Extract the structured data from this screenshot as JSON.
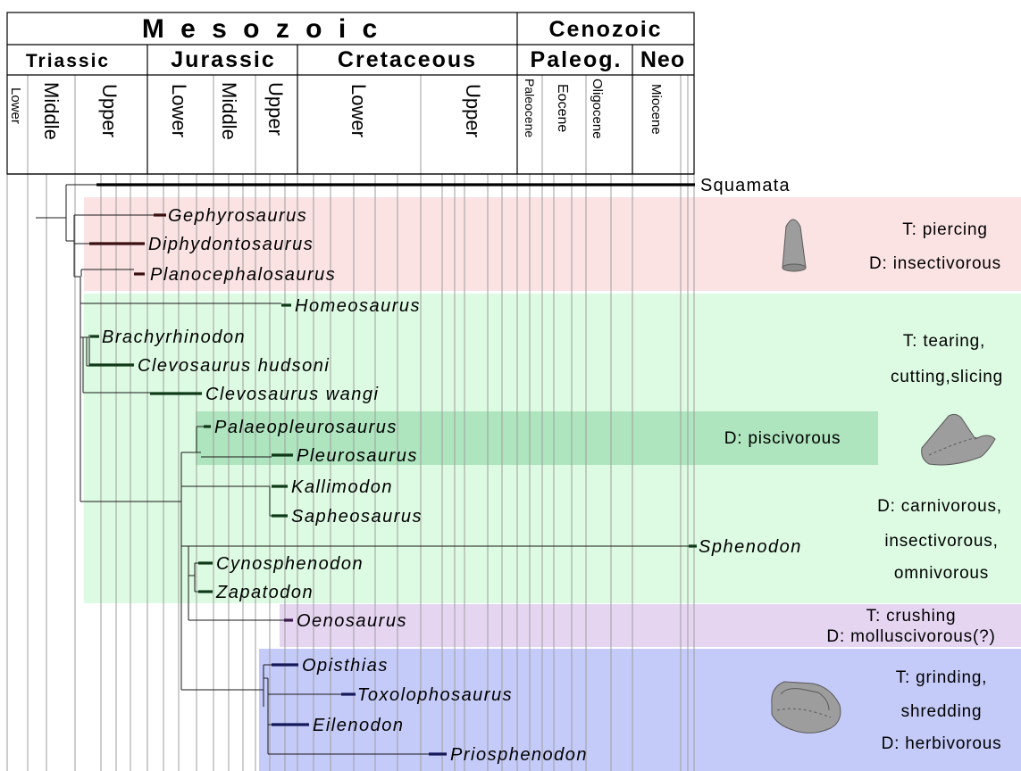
{
  "header": {
    "eras": [
      {
        "id": "mesozoic",
        "label": "M e s o z o i c"
      },
      {
        "id": "cenozoic",
        "label": "Cenozoic"
      }
    ],
    "periods": [
      {
        "id": "triassic",
        "label": "Triassic"
      },
      {
        "id": "jurassic",
        "label": "Jurassic"
      },
      {
        "id": "cretaceous",
        "label": "Cretaceous"
      },
      {
        "id": "paleogene",
        "label": "Paleog."
      },
      {
        "id": "neogene",
        "label": "Neo"
      }
    ],
    "epochs": [
      {
        "id": "tri-lower",
        "label": "Lower"
      },
      {
        "id": "tri-middle",
        "label": "Middle"
      },
      {
        "id": "tri-upper",
        "label": "Upper"
      },
      {
        "id": "jur-lower",
        "label": "Lower"
      },
      {
        "id": "jur-middle",
        "label": "Middle"
      },
      {
        "id": "jur-upper",
        "label": "Upper"
      },
      {
        "id": "cre-lower",
        "label": "Lower"
      },
      {
        "id": "cre-upper",
        "label": "Upper"
      },
      {
        "id": "paleocene",
        "label": "Paleocene"
      },
      {
        "id": "eocene",
        "label": "Eocene"
      },
      {
        "id": "oligocene",
        "label": "Oligocene"
      },
      {
        "id": "miocene",
        "label": "Miocene"
      }
    ]
  },
  "outgroup": {
    "label": "Squamata"
  },
  "taxa": [
    {
      "id": "gephyrosaurus",
      "label": "Gephyrosaurus"
    },
    {
      "id": "diphydontosaurus",
      "label": "Diphydontosaurus"
    },
    {
      "id": "planocephalosaurus",
      "label": "Planocephalosaurus"
    },
    {
      "id": "homeosaurus",
      "label": "Homeosaurus"
    },
    {
      "id": "brachyrhinodon",
      "label": "Brachyrhinodon"
    },
    {
      "id": "clevosaurus-hudsoni",
      "label": "Clevosaurus hudsoni"
    },
    {
      "id": "clevosaurus-wangi",
      "label": "Clevosaurus wangi"
    },
    {
      "id": "palaeopleurosaurus",
      "label": "Palaeopleurosaurus"
    },
    {
      "id": "pleurosaurus",
      "label": "Pleurosaurus"
    },
    {
      "id": "kallimodon",
      "label": "Kallimodon"
    },
    {
      "id": "sapheosaurus",
      "label": "Sapheosaurus"
    },
    {
      "id": "sphenodon",
      "label": "Sphenodon"
    },
    {
      "id": "cynosphenodon",
      "label": "Cynosphenodon"
    },
    {
      "id": "zapatodon",
      "label": "Zapatodon"
    },
    {
      "id": "oenosaurus",
      "label": "Oenosaurus"
    },
    {
      "id": "opisthias",
      "label": "Opisthias"
    },
    {
      "id": "toxolophosaurus",
      "label": "Toxolophosaurus"
    },
    {
      "id": "eilenodon",
      "label": "Eilenodon"
    },
    {
      "id": "priosphenodon",
      "label": "Priosphenodon"
    }
  ],
  "zones": [
    {
      "id": "piercing",
      "color": "#fbe3e4",
      "lines": [
        "T: piercing",
        "D: insectivorous"
      ],
      "tooth_icon": "conical-tooth-icon"
    },
    {
      "id": "tearing",
      "color": "#ddfbe3",
      "lines": [
        "T: tearing,",
        "cutting,slicing"
      ],
      "tooth_icon": "blade-tooth-icon"
    },
    {
      "id": "piscivorous",
      "color": "#aee4be",
      "lines": [
        "D: piscivorous"
      ]
    },
    {
      "id": "carnivorous",
      "lines": [
        "D: carnivorous,",
        "insectivorous,",
        "omnivorous"
      ]
    },
    {
      "id": "crushing",
      "color": "#e5d5f1",
      "lines": [
        "T: crushing",
        "D: molluscivorous(?)"
      ]
    },
    {
      "id": "grinding",
      "color": "#c5cbf9",
      "lines": [
        "T: grinding,",
        "shredding",
        "D: herbivorous"
      ],
      "tooth_icon": "molar-tooth-icon"
    }
  ]
}
